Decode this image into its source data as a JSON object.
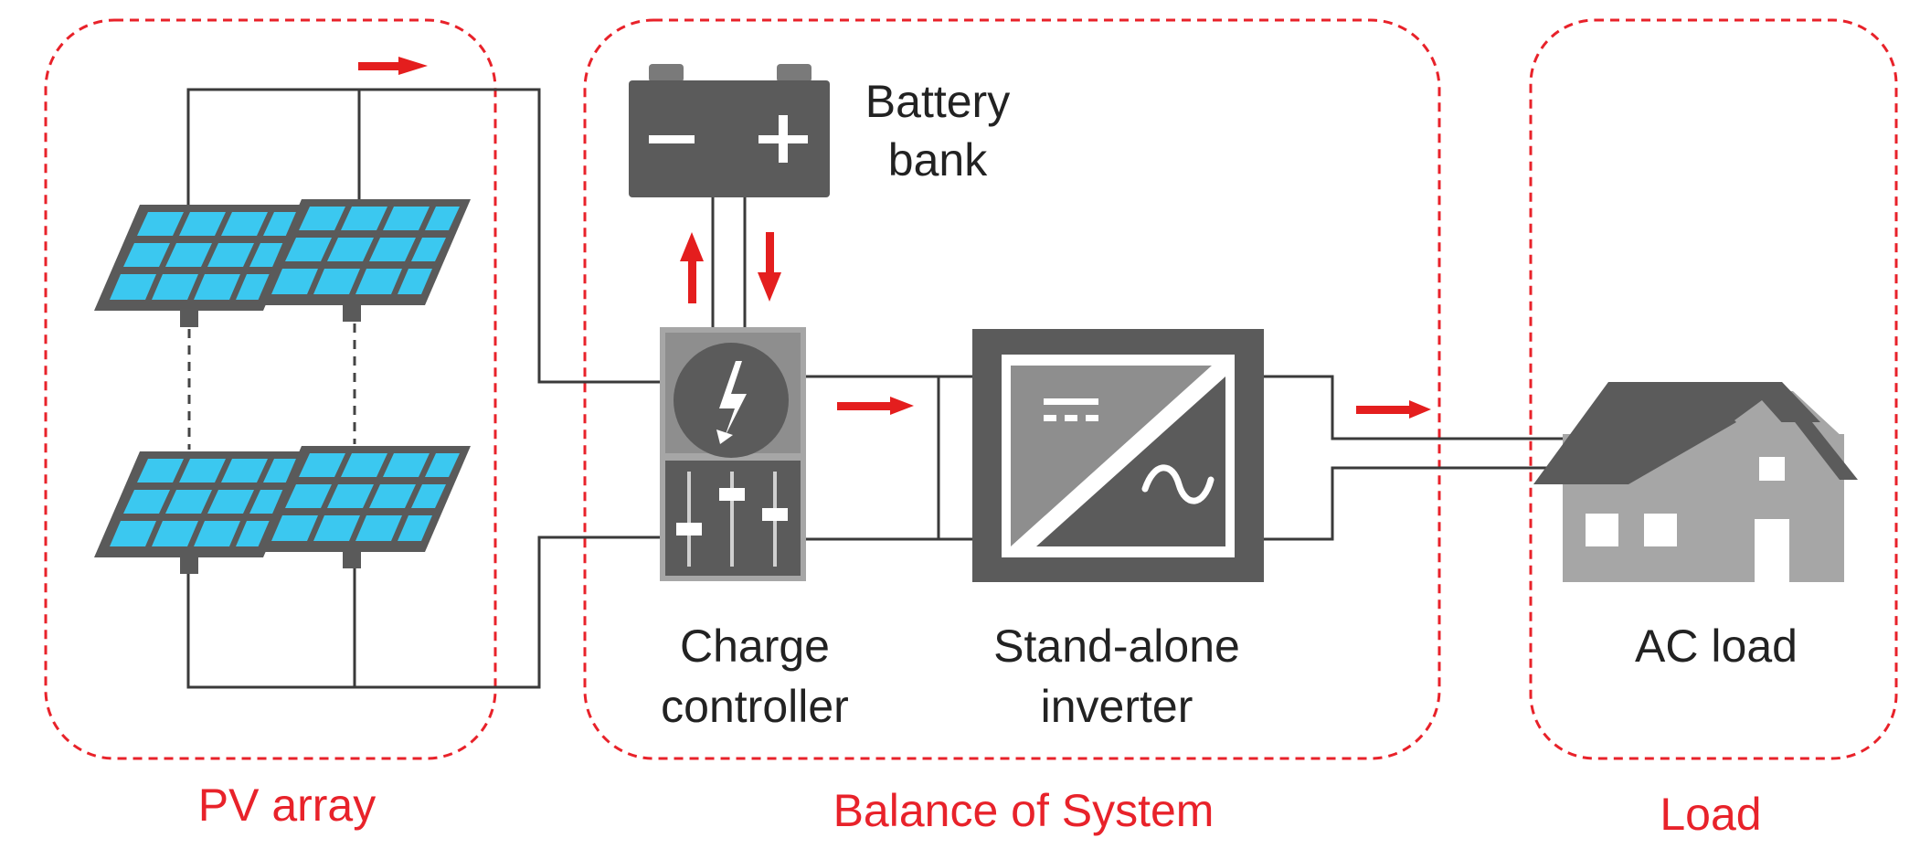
{
  "colors": {
    "dashed_border": "#e8222a",
    "label_red": "#e8222a",
    "arrow_red": "#e41e1e",
    "wire": "#3a3a3a",
    "dark_gray": "#5b5b5b",
    "mid_gray": "#8e8e8e",
    "light_gray": "#a6a6a6",
    "panel_blue": "#3bc8f0",
    "panel_frame": "#5a5a5a",
    "text_dark": "#222222"
  },
  "groups": {
    "pv_array": "PV array",
    "balance_of_system": "Balance of System",
    "load": "Load"
  },
  "components": {
    "battery_line1": "Battery",
    "battery_line2": "bank",
    "charge_line1": "Charge",
    "charge_line2": "controller",
    "inverter_line1": "Stand-alone",
    "inverter_line2": "inverter",
    "ac_load": "AC load"
  },
  "icons": [
    "solar-panel-icon",
    "battery-icon",
    "lightning-bolt-icon",
    "slider-controls-icon",
    "inverter-dc-ac-icon",
    "house-icon",
    "flow-arrow-icon"
  ]
}
